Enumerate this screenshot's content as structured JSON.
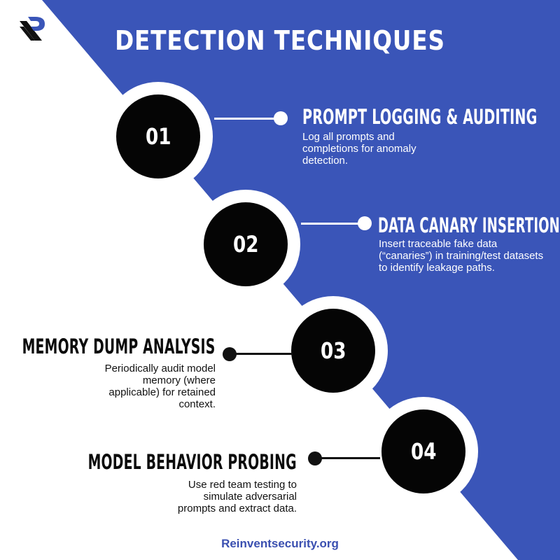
{
  "title": "DETECTION TECHNIQUES",
  "logo": {
    "icon": "r-letter-logo-icon"
  },
  "colors": {
    "blue_background": "#3a55b8",
    "circle_fill": "#050505",
    "footer_text": "#3a4fb0"
  },
  "steps": [
    {
      "number": "01",
      "heading": "PROMPT LOGGING & AUDITING",
      "lines": [
        "Log all prompts and",
        "completions for anomaly",
        "detection."
      ]
    },
    {
      "number": "02",
      "heading": "DATA CANARY INSERTION",
      "lines": [
        "Insert traceable fake data",
        "(“canaries”) in training/test datasets",
        "to identify leakage paths."
      ]
    },
    {
      "number": "03",
      "heading": "MEMORY DUMP ANALYSIS",
      "lines": [
        "Periodically audit model",
        "memory (where",
        "applicable) for retained",
        "context."
      ]
    },
    {
      "number": "04",
      "heading": "MODEL BEHAVIOR PROBING",
      "lines": [
        "Use red team testing to",
        "simulate adversarial",
        "prompts and extract data."
      ]
    }
  ],
  "footer": "Reinventsecurity.org"
}
